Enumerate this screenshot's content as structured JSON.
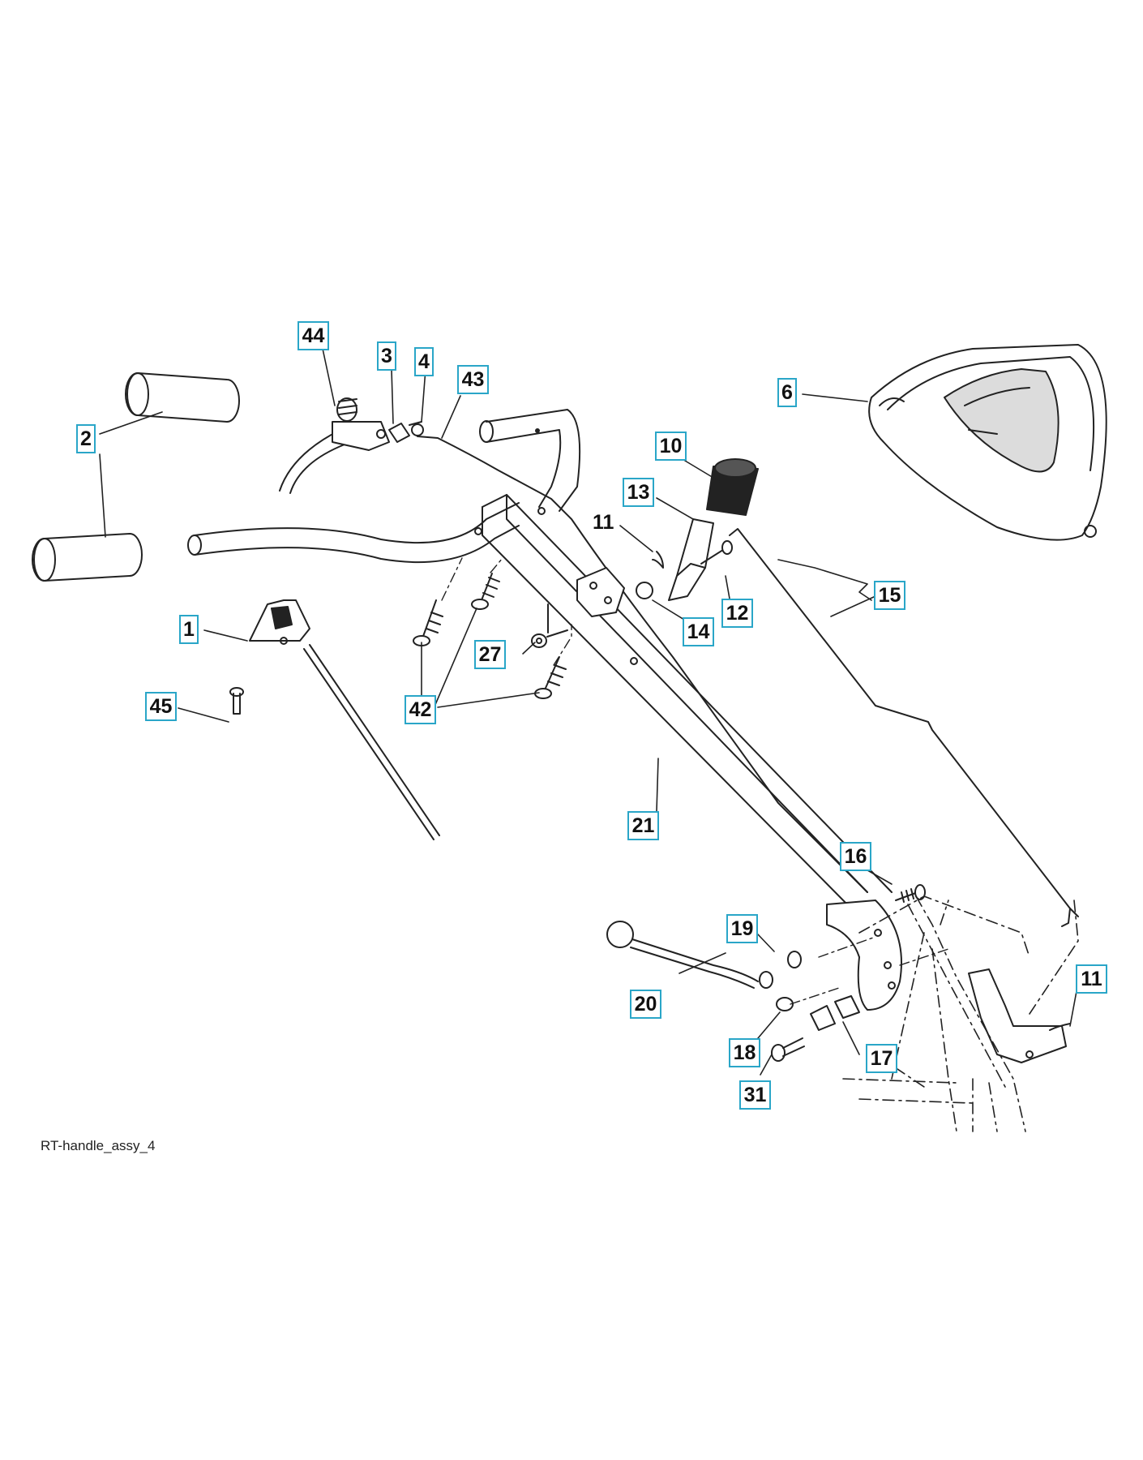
{
  "diagram": {
    "caption": "RT-handle_assy_4",
    "callouts": [
      {
        "id": "c44",
        "label": "44"
      },
      {
        "id": "c3",
        "label": "3"
      },
      {
        "id": "c4",
        "label": "4"
      },
      {
        "id": "c43",
        "label": "43"
      },
      {
        "id": "c6",
        "label": "6"
      },
      {
        "id": "c2",
        "label": "2"
      },
      {
        "id": "c10",
        "label": "10"
      },
      {
        "id": "c13",
        "label": "13"
      },
      {
        "id": "c15",
        "label": "15"
      },
      {
        "id": "c12",
        "label": "12"
      },
      {
        "id": "c14",
        "label": "14"
      },
      {
        "id": "c1",
        "label": "1"
      },
      {
        "id": "c27",
        "label": "27"
      },
      {
        "id": "c45",
        "label": "45"
      },
      {
        "id": "c42",
        "label": "42"
      },
      {
        "id": "c21",
        "label": "21"
      },
      {
        "id": "c16",
        "label": "16"
      },
      {
        "id": "c19",
        "label": "19"
      },
      {
        "id": "c11b",
        "label": "11"
      },
      {
        "id": "c20",
        "label": "20"
      },
      {
        "id": "c18",
        "label": "18"
      },
      {
        "id": "c17",
        "label": "17"
      },
      {
        "id": "c31",
        "label": "31"
      }
    ],
    "plain_labels": [
      {
        "id": "p11",
        "label": "11"
      }
    ]
  }
}
